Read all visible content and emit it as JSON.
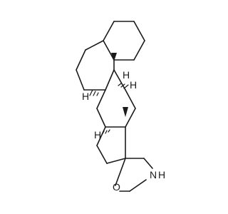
{
  "atom_labels": {
    "oxygen": "O",
    "nitrogen_hydrogen": "H",
    "nitrogen": "N",
    "h_c10": "H",
    "h_c9": "H",
    "h_c8": "H",
    "h_c14": "H"
  },
  "colors": {
    "bond": "#1a1a1a",
    "background": "#ffffff"
  }
}
